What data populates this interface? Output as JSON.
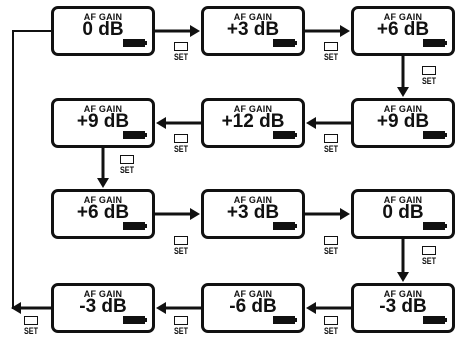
{
  "boxes": [
    {
      "label": "AF GAIN",
      "value": "0 dB"
    },
    {
      "label": "AF GAIN",
      "value": "+3 dB"
    },
    {
      "label": "AF GAIN",
      "value": "+6 dB"
    },
    {
      "label": "AF GAIN",
      "value": "+9 dB"
    },
    {
      "label": "AF GAIN",
      "value": "+12 dB"
    },
    {
      "label": "AF GAIN",
      "value": "+9 dB"
    },
    {
      "label": "AF GAIN",
      "value": "+6 dB"
    },
    {
      "label": "AF GAIN",
      "value": "+3 dB"
    },
    {
      "label": "AF GAIN",
      "value": "0 dB"
    },
    {
      "label": "AF GAIN",
      "value": "-3 dB"
    },
    {
      "label": "AF GAIN",
      "value": "-6 dB"
    },
    {
      "label": "AF GAIN",
      "value": "-3 dB"
    }
  ],
  "set_button_label": "SET",
  "icons": {
    "battery": "battery-icon",
    "set_key": "set-key-icon"
  },
  "colors": {
    "line": "#111111",
    "background": "#ffffff"
  }
}
